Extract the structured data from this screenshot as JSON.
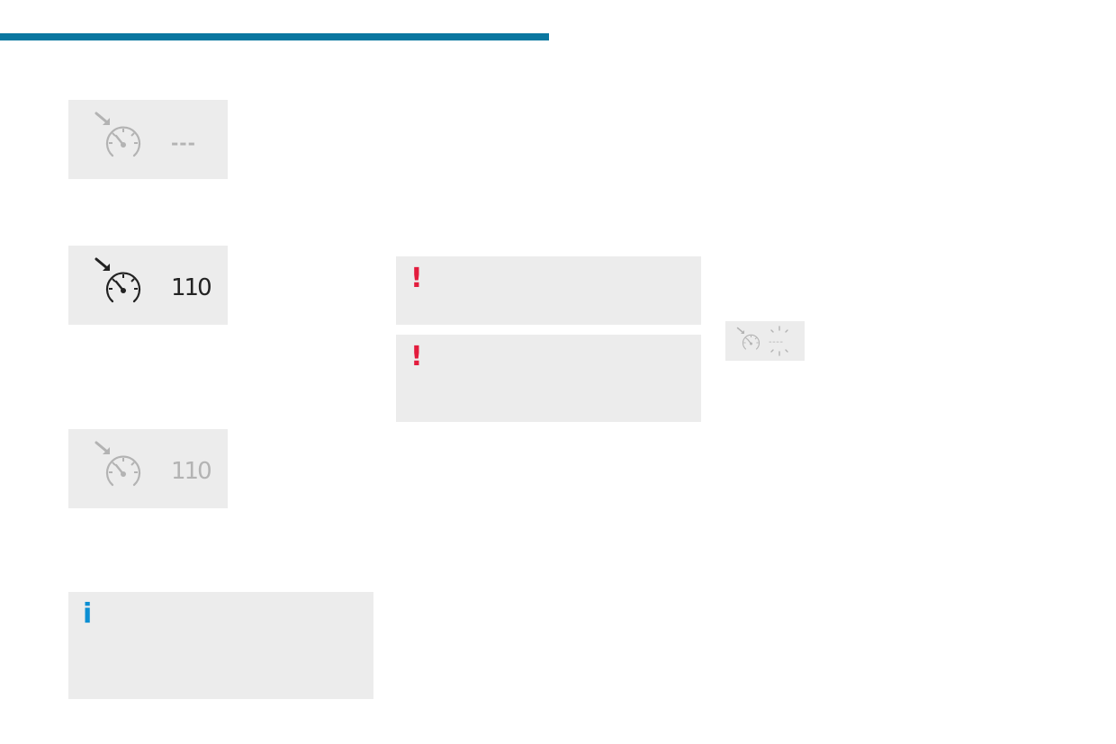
{
  "colors": {
    "header_bar": "#0a77a0",
    "panel_bg": "#ececec",
    "inactive": "#b3b3b3",
    "active": "#222222",
    "warning": "#e31c3d",
    "info": "#0c8fd3"
  },
  "displays": [
    {
      "icon": "speed-limiter-gauge-icon",
      "state": "inactive",
      "speed_text": "---"
    },
    {
      "icon": "speed-limiter-gauge-icon",
      "state": "active",
      "speed_text": "110"
    },
    {
      "icon": "speed-limiter-gauge-icon",
      "state": "inactive",
      "speed_text": "110"
    }
  ],
  "warning_notes": [
    {
      "mark": "!",
      "icon": "warning-exclamation-icon"
    },
    {
      "mark": "!",
      "icon": "warning-exclamation-icon"
    }
  ],
  "info_note": {
    "mark": "i",
    "icon": "info-icon"
  },
  "mini_display": {
    "icon": "speed-limiter-gauge-icon",
    "state": "inactive",
    "speed_text": "----",
    "indicator": "flashing"
  }
}
